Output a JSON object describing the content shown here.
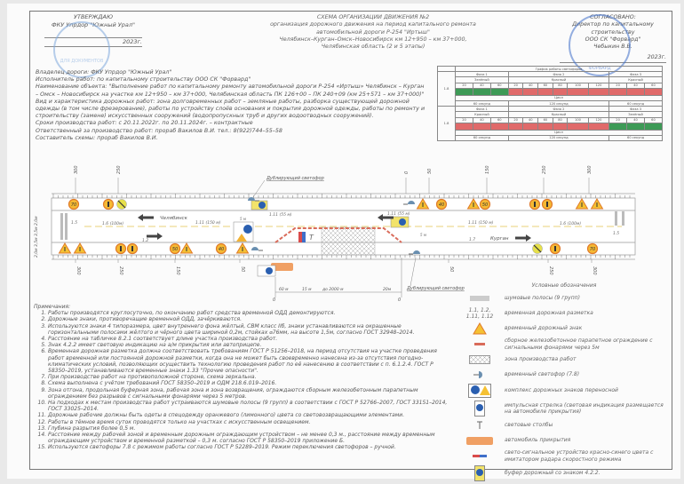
{
  "approve": {
    "title": "УТВЕРЖДАЮ",
    "org": "ФКУ Упрдор \"Южный Урал\"",
    "year": "2023г.",
    "stamp_text": "ДЛЯ ДОКУМЕНТОВ"
  },
  "title": {
    "line1": "СХЕМА ОРГАНИЗАЦИИ ДВИЖЕНИЯ №2",
    "line2": "организация дорожного движения на период капитального ремонта",
    "line3": "автомобильной дороги Р-254 \"Иртыш\"",
    "line4": "Челябинск–Курган–Омск–Новосибирск км 12+950 – км 37+000,",
    "line5": "Челябинская область (2 и 5 этапы)"
  },
  "agree": {
    "title": "СОГЛАСОВАНО:",
    "position": "Директор по капитальному строительству",
    "org": "ООО СК \"Форвард\"",
    "name": "Чебыкин В.В.",
    "year": "2023г.",
    "stamp_text": "ФОРВАРД"
  },
  "info": [
    "Владелец дороги: ФКУ Упрдор \"Южный Урал\"",
    "Исполнитель работ: по капитальному строительству ООО СК \"Форвард\"",
    "Наименование объекта: \"Выполнение работ по капитальному ремонту автомобильной дороги Р-254 «Иртыш» Челябинск – Курган – Омск – Новосибирск на участке км 12+950 – км 37+000, Челябинская область ПК 126+00 – ПК 240+09 (км 25+571 – км 37+000)\"",
    "Вид и характеристика дорожных работ: зона долговременных работ – земляные работы, разборка существующей дорожной одежды (в том числе фрезерование), работы по устройству слоёв основания и покрытия дорожной одежды, работы по ремонту и строительству (замене) искусственных сооружений (водопропускных труб и других водоотводных сооружений).",
    "Сроки производства работ: с 20.11.2022г. по 20.11.2024г. – контрактные",
    "Ответственный за производство работ: прораб Вакилов В.И. тел.: 8(922)744–55–58",
    "Составитель схемы: прораб Вакилов В.И."
  ],
  "signal_schedule": {
    "title": "График работы светофоров",
    "groups": [
      {
        "label": "1.8",
        "phases": [
          {
            "name": "Фаза 1",
            "color": "Зелёный"
          },
          {
            "name": "Фаза 2",
            "color": "Красный"
          },
          {
            "name": "Фаза 3",
            "color": "Красный"
          }
        ],
        "times": [
          "20",
          "40",
          "60",
          "20",
          "40",
          "60",
          "80",
          "100",
          "120",
          "20",
          "40",
          "60"
        ],
        "bar": [
          "g",
          "g",
          "g",
          "r",
          "r",
          "r",
          "r",
          "r",
          "r",
          "r",
          "r",
          "r"
        ],
        "cycle_label": "Цикл",
        "durations": [
          "60 секунд",
          "120 секунд",
          "60 секунд"
        ]
      },
      {
        "label": "1.8",
        "phases": [
          {
            "name": "Фаза 1",
            "color": "Красный"
          },
          {
            "name": "Фаза 2",
            "color": "Красный"
          },
          {
            "name": "Фаза 3",
            "color": "Зелёный"
          }
        ],
        "times": [
          "20",
          "40",
          "60",
          "20",
          "40",
          "60",
          "80",
          "100",
          "120",
          "20",
          "40",
          "60"
        ],
        "bar": [
          "r",
          "r",
          "r",
          "r",
          "r",
          "r",
          "r",
          "r",
          "r",
          "g",
          "g",
          "g"
        ],
        "cycle_label": "Цикл",
        "durations": [
          "60 секунд",
          "120 секунд",
          "60 секунд"
        ]
      }
    ],
    "colors": {
      "green": "#3d9a56",
      "red": "#e06a6a"
    }
  },
  "road": {
    "widths": "2,0м 3,5м 3,5м 2,0м",
    "dir_left": "Челябинск",
    "dir_right": "Курган",
    "dup_signal_top": "Дублирующий светофор",
    "dup_signal_bottom": "Дублирующий светофор",
    "markings": {
      "m15_left": "1.5",
      "m16_left": "1.6 (100м)",
      "m111_left": "1.11 (150 м)",
      "m12": "1.2",
      "m111_short_left": "1.11 (55 м)",
      "m5_left": "5 м",
      "m111_short_right": "1.11 (55 м)",
      "m5_right": "5 м",
      "m111_right": "1.11 (150 м)",
      "m17": "1.7",
      "m16_right": "1.6 (100м)",
      "m15_right": "1.5"
    },
    "distances_top_left": [
      "300",
      "250"
    ],
    "distances_bottom_left": [
      "300",
      "250",
      "150",
      "50"
    ],
    "distances_top_right": [
      "0",
      "50",
      "150",
      "250",
      "300"
    ],
    "distances_bottom_right": [
      "50",
      "250",
      "300"
    ],
    "zero_left": "0",
    "zero_right": "0",
    "dims": [
      "60 м",
      "15 м",
      "до 2000 м",
      "20м"
    ],
    "sign_speeds": {
      "s70": "70",
      "s50": "50",
      "s40": "40"
    },
    "signal_label": "7.8"
  },
  "notes": {
    "title": "Примечания:",
    "items": [
      "Работы производятся круглосуточно, по окончанию работ средства временной ОДД демонтируются.",
      "Дорожные знаки, противоречащие временной ОДД, зачёркиваются.",
      "Используются знаки 4 типоразмера, цвет внутреннего фона жёлтый, СВМ класс IIб, знаки устанавливаются на окрашенные горизонтальными полосами жёлтого и чёрного цвета шириной 0,2м, стойках ⌀76мм, на высоте 1,5м, согласно ГОСТ 32948–2014.",
      "Расстояние на табличке 8.2.1 соответствует длине участка производства работ.",
      "Знак 4.2.2 имеет световую индикацию на а/м прикрытия или автоприцепе.",
      "Временная дорожная разметка должна соответствовать требованиям ГОСТ Р 51256–2018, на период отсутствия на участке проведения работ временной или постоянной дорожной разметки, когда она не может быть своевременно нанесена из-за отсутствия погодно-климатических условий, позволяющих осуществить технологию проведения работ по её нанесению в соответствии с п. 6.1.2.4. ГОСТ Р 58350–2019, устанавливаются временные знаки 1.33 \"Прочие опасности\".",
      "При производстве работ на противоположной стороне, схема зеркальна.",
      "Схема выполнена с учётом требований ГОСТ 58350–2019 и ОДМ 218.6.019–2016.",
      "Зона отгона, продольная буферная зона, рабочая зона и зона возвращения, ограждаются сборным железобетонным парапетным ограждением без разрывов с сигнальными фонарями через 5 метров.",
      "На подходах к местам производства работ устраиваются шумовые полосы (9 групп) в соответствии с ГОСТ Р 52766–2007, ГОСТ 33151–2014, ГОСТ 33025–2014.",
      "Дорожные рабочие должны быть одеты в спецодежду оранжевого (лимонного) цвета со световозвращающими элементами.",
      "Работы в тёмное время суток проводятся только на участках с искусственным освещением.",
      "Глубина разрытия более 0,5 м.",
      "Расстояние между рабочей зоной и временным дорожным ограждающим устройством – не менее 0,3 м., расстояние между временным ограждающим устройством и временной разметкой – 0,3 м. согласно ГОСТ Р 58350–2019 приложение Б.",
      "Используются светофоры 7.8 с режимом работы согласно ГОСТ Р 52289–2019. Режим переключения светофоров – ручной."
    ]
  },
  "legend": {
    "title": "Условные обозначения",
    "items": [
      {
        "icon": "rumble-strip-icon",
        "text": "шумовые полосы (9 групп)"
      },
      {
        "icon": "marking-code",
        "code": "1.1, 1.2, 1.11, 1.12",
        "text": "временная дорожная разметка"
      },
      {
        "icon": "road-work-sign-icon",
        "text": "временный дорожный знак"
      },
      {
        "icon": "barrier-icon",
        "text": "сборное железобетонное парапетное ограждение с сигнальными фонарями через 5м"
      },
      {
        "icon": "work-zone-icon",
        "text": "зона производства работ"
      },
      {
        "icon": "traffic-light-icon",
        "text": "временный светофор (7.8)"
      },
      {
        "icon": "portable-sign-set-icon",
        "text": "комплекс дорожных знаков переносной"
      },
      {
        "icon": "pulse-arrow-icon",
        "text": "импульсная стрелка (световая индикация размещается на автомобиле прикрытия)"
      },
      {
        "icon": "light-post-icon",
        "text": "световые столбы"
      },
      {
        "icon": "cover-vehicle-icon",
        "text": "автомобиль прикрытия"
      },
      {
        "icon": "radar-device-icon",
        "text": "свето-сигнальное устройство красно-синего цвета с имитатором радара скоростного режима"
      },
      {
        "icon": "road-buffer-icon",
        "text": "буфер дорожный со знаком 4.2.2."
      }
    ]
  }
}
